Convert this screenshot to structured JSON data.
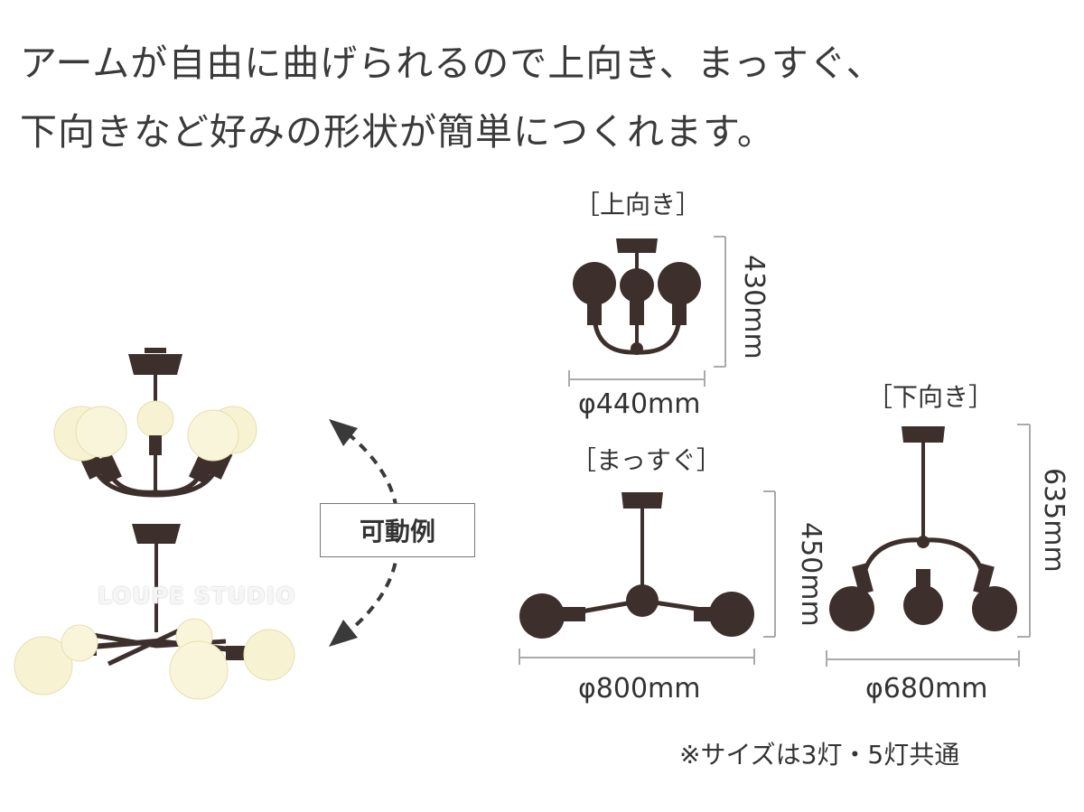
{
  "heading": {
    "line1": "アームが自由に曲げられるので上向き、まっすぐ、",
    "line2": "下向きなど好みの形状が簡単につくれます。"
  },
  "photo": {
    "watermark": "LOUPE STUDIO"
  },
  "mobile_label": "可動例",
  "diagrams": {
    "up": {
      "label": "［上向き］",
      "height": "430mm",
      "width": "φ440mm"
    },
    "straight": {
      "label": "［まっすぐ］",
      "height": "450mm",
      "width": "φ800mm"
    },
    "down": {
      "label": "［下向き］",
      "height": "635mm",
      "width": "φ680mm"
    }
  },
  "note": "※サイズは3灯・5灯共通",
  "colors": {
    "lamp_dark": "#3d2f2c",
    "bulb_glow": "#f7f3d2",
    "line": "#aaaaaa"
  }
}
